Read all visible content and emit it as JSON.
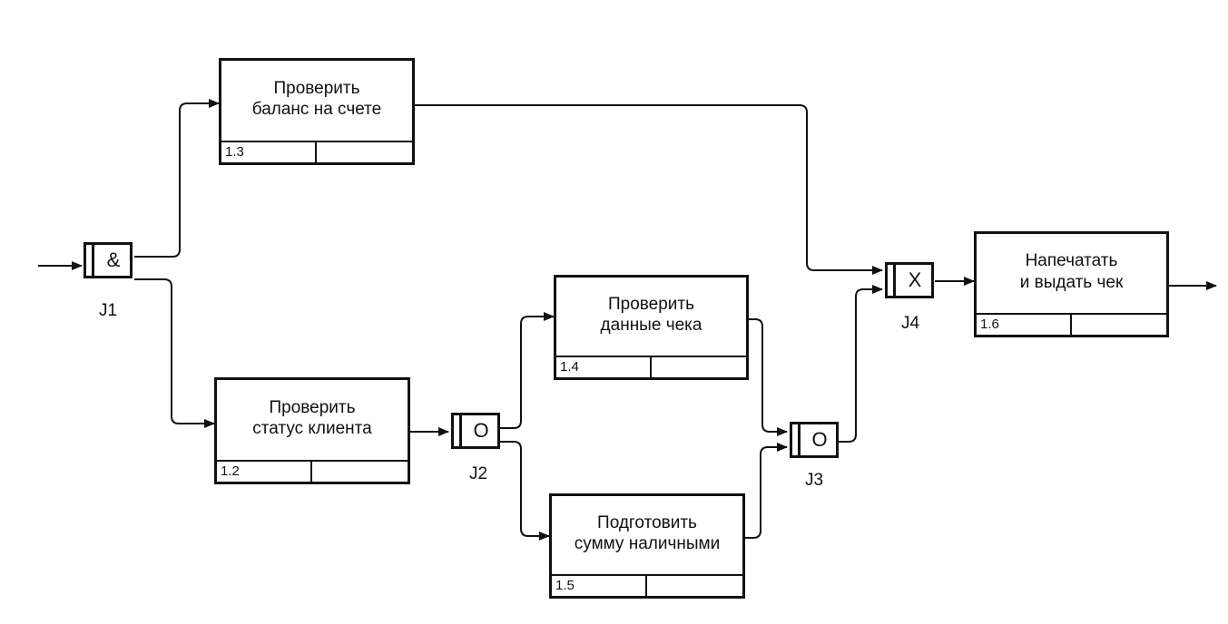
{
  "colors": {
    "ink": "#111111",
    "background": "#ffffff"
  },
  "units": {
    "u13": {
      "title": "Проверить\nбаланс на счете",
      "number": "1.3"
    },
    "u12": {
      "title": "Проверить\nстатус клиента",
      "number": "1.2"
    },
    "u14": {
      "title": "Проверить\nданные чека",
      "number": "1.4"
    },
    "u15": {
      "title": "Подготовить\nсумму наличными",
      "number": "1.5"
    },
    "u16": {
      "title": "Напечатать\nи выдать чек",
      "number": "1.6"
    }
  },
  "junctions": {
    "j1": {
      "label": "J1",
      "symbol": "&"
    },
    "j2": {
      "label": "J2",
      "symbol": "O"
    },
    "j3": {
      "label": "J3",
      "symbol": "O"
    },
    "j4": {
      "label": "J4",
      "symbol": "X"
    }
  }
}
